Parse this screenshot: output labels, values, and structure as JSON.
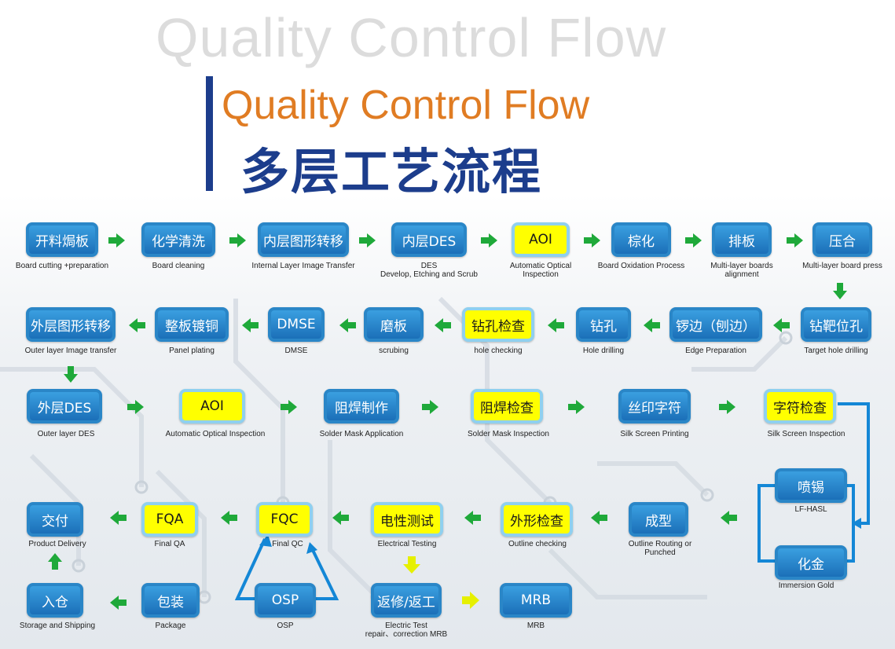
{
  "titles": {
    "watermark": "Quality Control Flow",
    "english": "Quality Control Flow",
    "chinese": "多层工艺流程"
  },
  "row1": [
    {
      "cn": "开料焗板",
      "en": "Board cutting +preparation"
    },
    {
      "cn": "化学清洗",
      "en": "Board cleaning"
    },
    {
      "cn": "内层图形转移",
      "en": "Internal Layer Image Transfer"
    },
    {
      "cn": "内层DES",
      "en1": "DES",
      "en2": "Develop, Etching and Scrub"
    },
    {
      "cn": "AOI",
      "en1": "Automatic Optical",
      "en2": "Inspection"
    },
    {
      "cn": "棕化",
      "en": "Board Oxidation Process"
    },
    {
      "cn": "排板",
      "en1": "Multi-layer boards",
      "en2": "alignment"
    },
    {
      "cn": "压合",
      "en": "Multi-layer board press"
    }
  ],
  "row2": [
    {
      "cn": "钻靶位孔",
      "en": "Target hole drilling"
    },
    {
      "cn": "锣边（刨边）",
      "en": "Edge Preparation"
    },
    {
      "cn": "钻孔",
      "en": "Hole drilling"
    },
    {
      "cn": "钻孔检查",
      "en": "hole checking"
    },
    {
      "cn": "磨板",
      "en": "scrubing"
    },
    {
      "cn": "DMSE",
      "en": "DMSE"
    },
    {
      "cn": "整板镀铜",
      "en": "Panel plating"
    },
    {
      "cn": "外层图形转移",
      "en": "Outer layer Image transfer"
    }
  ],
  "row3": [
    {
      "cn": "外层DES",
      "en": "Outer layer DES"
    },
    {
      "cn": "AOI",
      "en": "Automatic Optical Inspection"
    },
    {
      "cn": "阻焊制作",
      "en": "Solder Mask Application"
    },
    {
      "cn": "阻焊检查",
      "en": "Solder Mask Inspection"
    },
    {
      "cn": "丝印字符",
      "en": "Silk Screen Printing"
    },
    {
      "cn": "字符检查",
      "en": "Silk Screen Inspection"
    }
  ],
  "finish": [
    {
      "cn": "喷锡",
      "en": "LF-HASL"
    },
    {
      "cn": "化金",
      "en": "Immersion Gold"
    }
  ],
  "row4": [
    {
      "cn": "成型",
      "en1": "Outline Routing or",
      "en2": "Punched"
    },
    {
      "cn": "外形检查",
      "en": "Outline checking"
    },
    {
      "cn": "电性测试",
      "en": "Electrical Testing"
    },
    {
      "cn": "FQC",
      "en": "Final QC"
    },
    {
      "cn": "FQA",
      "en": "Final QA"
    },
    {
      "cn": "交付",
      "en": "Product Delivery"
    }
  ],
  "row5": [
    {
      "cn": "入仓",
      "en": "Storage and Shipping"
    },
    {
      "cn": "包装",
      "en": "Package"
    },
    {
      "cn": "OSP",
      "en": "OSP"
    },
    {
      "cn": "返修/返工",
      "en1": "Electric Test",
      "en2": "repair、correction MRB"
    },
    {
      "cn": "MRB",
      "en": "MRB"
    }
  ],
  "colors": {
    "node_blue": "#1b6fb8",
    "node_yellow": "#ffff00",
    "arrow_green": "#1fa93a",
    "arrow_yellow": "#e6f000",
    "connector_blue": "#1487d6",
    "title_orange": "#e07c23",
    "title_navy": "#1c3d8c"
  }
}
